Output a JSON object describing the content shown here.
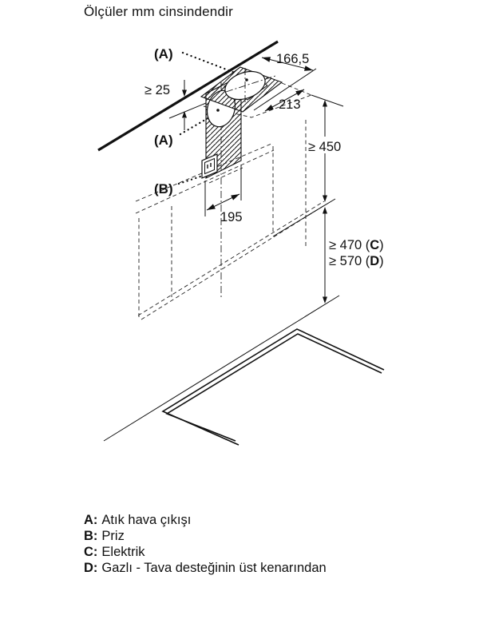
{
  "title": "Ölçüler mm cinsindendir",
  "labels": {
    "a_top": "(A)",
    "a_mid": "(A)",
    "b": "(B)"
  },
  "dimensions": {
    "ceiling_opening_depth": "166,5",
    "ceiling_clearance": "≥ 25",
    "duct_zone_depth": "213",
    "wall_min_height": "≥ 450",
    "duct_zone_width": "195",
    "clearance_c_prefix": "≥ 470 (",
    "clearance_c_key": "C",
    "clearance_c_suffix": ")",
    "clearance_d_prefix": "≥ 570 (",
    "clearance_d_key": "D",
    "clearance_d_suffix": ")"
  },
  "legend": {
    "items": [
      {
        "key": "A:",
        "text": "Atık hava çıkışı"
      },
      {
        "key": "B:",
        "text": "Priz"
      },
      {
        "key": "C:",
        "text": "Elektrik"
      },
      {
        "key": "D:",
        "text": "Gazlı - Tava desteğinin üst kenarından"
      }
    ]
  },
  "icons": {
    "socket": "power-socket-icon",
    "ceiling_outlet": "ceiling-duct-outlet",
    "wall_outlet": "wall-duct-outlet"
  },
  "colors": {
    "line": "#111111",
    "background": "#ffffff"
  }
}
